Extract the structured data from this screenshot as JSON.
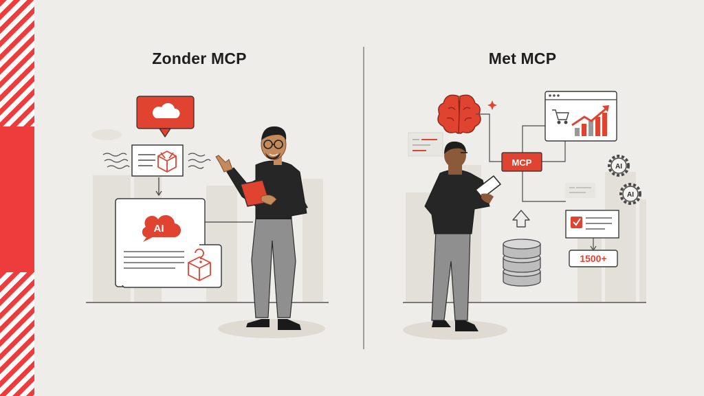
{
  "panels": {
    "left": {
      "title": "Zonder MCP",
      "ai_badge": "AI"
    },
    "right": {
      "title": "Met MCP",
      "mcp_label": "MCP",
      "gear_label_1": "AI",
      "gear_label_2": "AI",
      "count_label": "1500+"
    }
  },
  "colors": {
    "accent": "#e0432f",
    "background": "#eeede9",
    "stripe_red": "#ee3b3b",
    "shirt": "#262626",
    "trousers": "#8f8f8f"
  }
}
